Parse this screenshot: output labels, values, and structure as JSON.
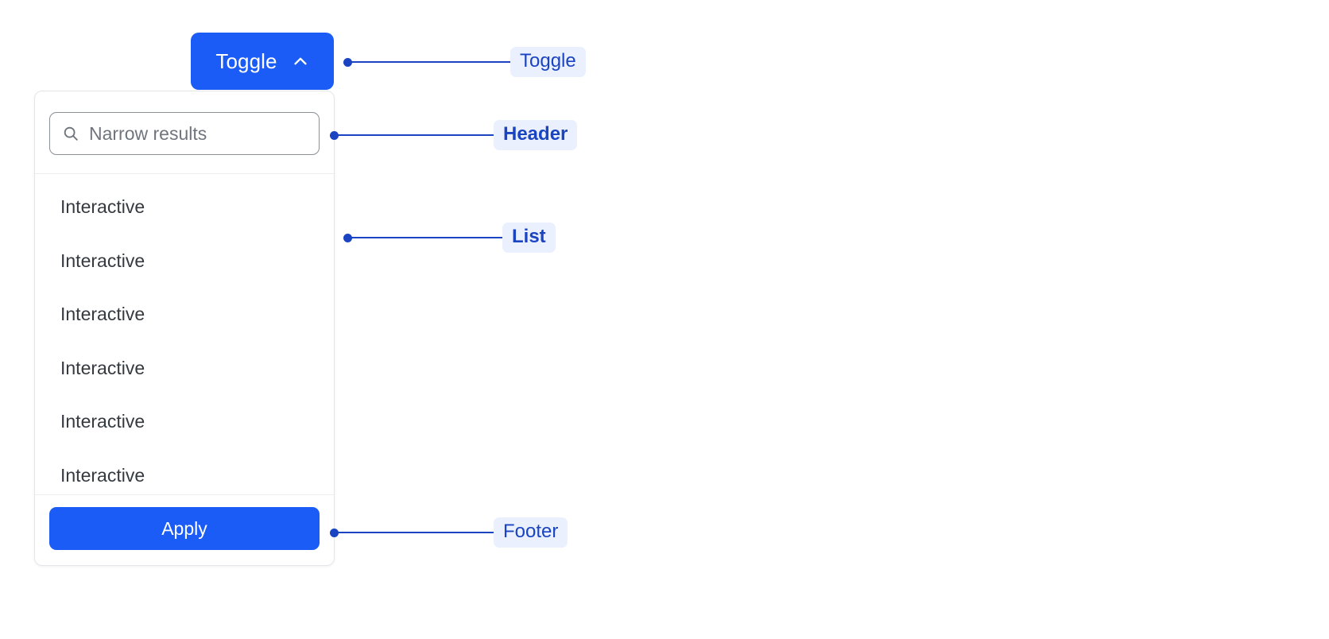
{
  "toggle": {
    "label": "Toggle",
    "icon": "chevron-up-icon"
  },
  "panel": {
    "header": {
      "search": {
        "icon": "search-icon",
        "placeholder": "Narrow results",
        "value": ""
      }
    },
    "list": {
      "items": [
        {
          "label": "Interactive"
        },
        {
          "label": "Interactive"
        },
        {
          "label": "Interactive"
        },
        {
          "label": "Interactive"
        },
        {
          "label": "Interactive"
        },
        {
          "label": "Interactive"
        }
      ]
    },
    "footer": {
      "apply_label": "Apply"
    }
  },
  "annotations": [
    {
      "id": "toggle",
      "label": "Toggle",
      "bold": false
    },
    {
      "id": "header",
      "label": "Header",
      "bold": true
    },
    {
      "id": "list",
      "label": "List",
      "bold": true
    },
    {
      "id": "footer",
      "label": "Footer",
      "bold": false
    }
  ],
  "colors": {
    "accent_blue": "#1a5cf5",
    "annotation_blue": "#1a44c2",
    "annotation_pill_bg": "#eaf0fd",
    "text_dark": "#343a40",
    "placeholder_gray": "#70757d",
    "panel_border": "#e4e6e9",
    "input_border": "#8b8f96",
    "divider": "#eceef0",
    "background": "#ffffff"
  }
}
